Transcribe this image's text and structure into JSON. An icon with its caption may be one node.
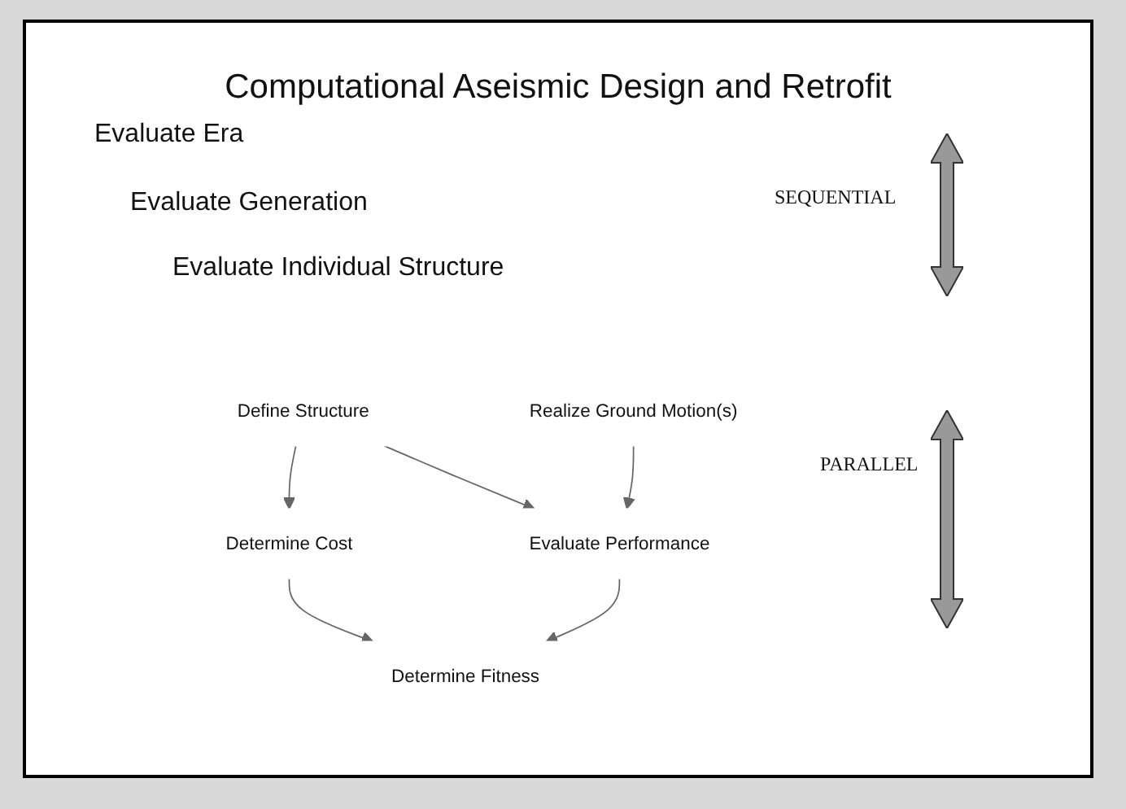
{
  "diagram": {
    "title": "Computational Aseismic Design and Retrofit",
    "nodes": [
      {
        "text": [
          "Define Structure"
        ]
      },
      {
        "text": [
          "Realize Ground Motion(s)"
        ]
      },
      {
        "text": [
          "Determine Cost"
        ]
      },
      {
        "text": [
          "Evaluate Performance"
        ]
      },
      {
        "text": [
          "Determine Fitness"
        ]
      }
    ],
    "edges": [
      {
        "from": 0,
        "to": 2,
        "arrow": "to"
      },
      {
        "from": 0,
        "to": 3,
        "arrow": "to"
      },
      {
        "from": 1,
        "to": 3,
        "arrow": "to"
      },
      {
        "from": 2,
        "to": 4,
        "arrow": "to"
      },
      {
        "from": 3,
        "to": 4,
        "arrow": "to"
      }
    ],
    "labels": [
      "Evaluate Era",
      "Evaluate Generation",
      "Evaluate Individual Structure",
      "SEQUENTIAL",
      "PARALLEL"
    ]
  }
}
